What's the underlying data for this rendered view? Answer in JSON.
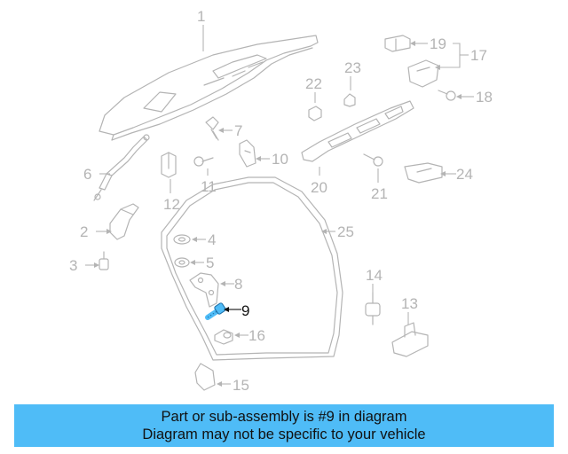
{
  "diagram": {
    "highlight_color": "#4fbcf7",
    "line_color": "#b4b4b4",
    "highlighted_part": "9",
    "callouts": [
      "1",
      "2",
      "3",
      "4",
      "5",
      "6",
      "7",
      "8",
      "9",
      "10",
      "11",
      "12",
      "13",
      "14",
      "15",
      "16",
      "17",
      "18",
      "19",
      "20",
      "21",
      "22",
      "23",
      "24",
      "25"
    ]
  },
  "banner": {
    "background": "#4fbcf7",
    "line1": "Part or sub-assembly is #9 in diagram",
    "line2": "Diagram may not be specific to your vehicle"
  }
}
